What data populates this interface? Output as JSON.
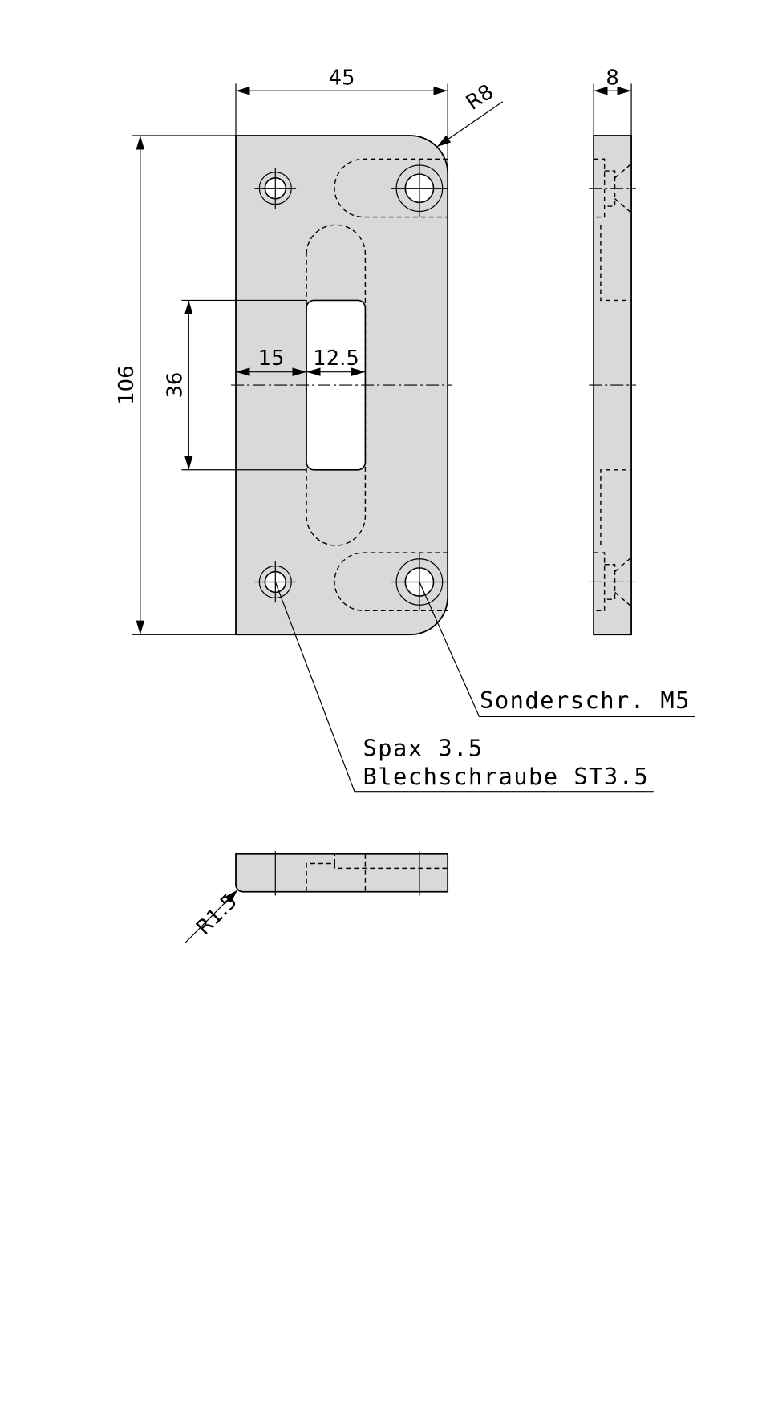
{
  "drawing": {
    "dimensions": {
      "width": "45",
      "height": "106",
      "slot_height": "36",
      "slot_offset": "15",
      "slot_width": "12.5",
      "corner_radius": "R8",
      "thickness": "8",
      "edge_radius": "R1.5"
    },
    "notes": {
      "special_screw": "Sonderschr. M5",
      "spax": "Spax 3.5",
      "sheet_screw": "Blechschraube ST3.5"
    }
  }
}
